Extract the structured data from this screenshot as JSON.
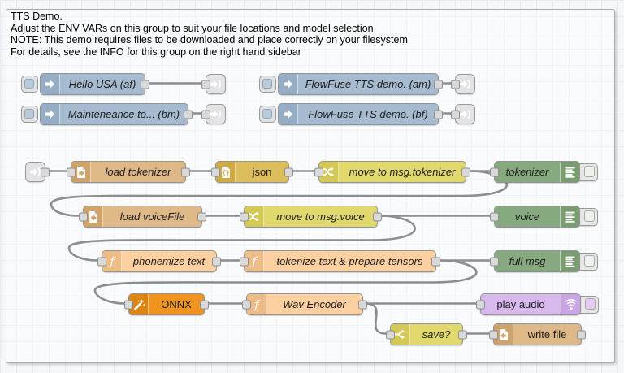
{
  "palette": {
    "canvas_bg": "#f6f7fa",
    "grid_line": "#e8eaf1",
    "group_border": "#a9a9b0",
    "wire": "#8d8d92",
    "inject_node": "#a6bbcf",
    "file_node": "#deb887",
    "json_node": "#debd5c",
    "change_node": "#e2d96e",
    "switch_node": "#e2d96e",
    "debug_node": "#87a980",
    "function_node": "#fcd0a0",
    "onnx_node": "#f0941f",
    "play_audio_node": "#d7b9ee",
    "link_node": "#e3e3e5",
    "port": "#d9d9d9"
  },
  "comment": {
    "lines": [
      "TTS Demo.",
      "Adjust the ENV VARs on this group to suit your file locations and model selection",
      "NOTE: This demo requires files to be downloaded and place correctly on your filesystem",
      "For details, see the INFO for this group on the right hand sidebar"
    ]
  },
  "nodes": {
    "inject_hello_usa": {
      "type": "inject",
      "label": "Hello USA (af)"
    },
    "inject_maintenance": {
      "type": "inject",
      "label": "Mainteneance to... (bm)"
    },
    "inject_flowfuse_am": {
      "type": "inject",
      "label": "FlowFuse TTS demo. (am)"
    },
    "inject_flowfuse_bf": {
      "type": "inject",
      "label": "FlowFuse TTS demo. (bf)"
    },
    "load_tokenizer": {
      "type": "file in",
      "label": "load tokenizer"
    },
    "json_parser": {
      "type": "json",
      "label": "json"
    },
    "move_tokenizer": {
      "type": "change",
      "label": "move to msg.tokenizer"
    },
    "debug_tokenizer": {
      "type": "debug",
      "label": "tokenizer"
    },
    "load_voicefile": {
      "type": "file in",
      "label": "load voiceFile"
    },
    "move_voice": {
      "type": "change",
      "label": "move to msg.voice"
    },
    "debug_voice": {
      "type": "debug",
      "label": "voice"
    },
    "phonemize": {
      "type": "function",
      "label": "phonemize text"
    },
    "tokenize": {
      "type": "function",
      "label": "tokenize text & prepare tensors"
    },
    "debug_fullmsg": {
      "type": "debug",
      "label": "full msg"
    },
    "onnx": {
      "type": "onnx",
      "label": "ONNX"
    },
    "wav_encoder": {
      "type": "function",
      "label": "Wav Encoder"
    },
    "play_audio": {
      "type": "audio out",
      "label": "play audio"
    },
    "save_switch": {
      "type": "switch",
      "label": "save?"
    },
    "write_file": {
      "type": "file out",
      "label": "write file"
    }
  }
}
